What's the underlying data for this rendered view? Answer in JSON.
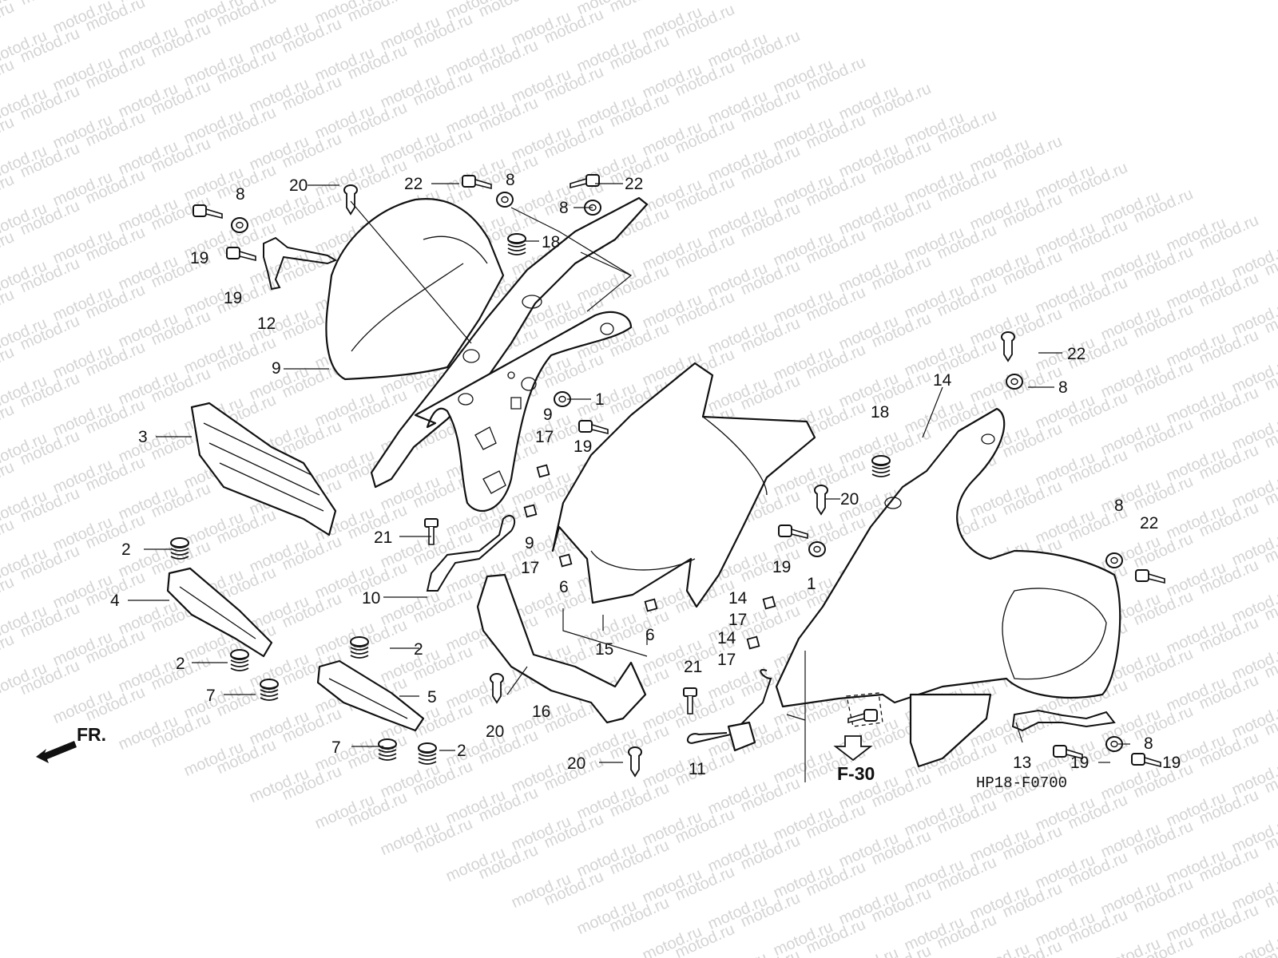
{
  "watermark": {
    "text": "motod.ru"
  },
  "diagram": {
    "code": "HP18-F0700",
    "direction_label": "FR.",
    "ref_label": "F-30"
  },
  "callouts": [
    {
      "id": "c22a",
      "text": "22"
    },
    {
      "id": "c8a",
      "text": "8"
    },
    {
      "id": "c22b",
      "text": "22"
    },
    {
      "id": "c8b",
      "text": "8"
    },
    {
      "id": "c8c",
      "text": "8"
    },
    {
      "id": "c20a",
      "text": "20"
    },
    {
      "id": "c18a",
      "text": "18"
    },
    {
      "id": "c19a",
      "text": "19"
    },
    {
      "id": "c19b",
      "text": "19"
    },
    {
      "id": "c12",
      "text": "12"
    },
    {
      "id": "c9a",
      "text": "9"
    },
    {
      "id": "c3",
      "text": "3"
    },
    {
      "id": "c1a",
      "text": "1"
    },
    {
      "id": "c9b",
      "text": "9"
    },
    {
      "id": "c19c",
      "text": "19"
    },
    {
      "id": "c17a",
      "text": "17"
    },
    {
      "id": "c22c",
      "text": "22"
    },
    {
      "id": "c8d",
      "text": "8"
    },
    {
      "id": "c14a",
      "text": "14"
    },
    {
      "id": "c18b",
      "text": "18"
    },
    {
      "id": "c20b",
      "text": "20"
    },
    {
      "id": "c21a",
      "text": "21"
    },
    {
      "id": "c9c",
      "text": "9"
    },
    {
      "id": "c17b",
      "text": "17"
    },
    {
      "id": "c2a",
      "text": "2"
    },
    {
      "id": "c19d",
      "text": "19"
    },
    {
      "id": "c1b",
      "text": "1"
    },
    {
      "id": "c8e",
      "text": "8"
    },
    {
      "id": "c22d",
      "text": "22"
    },
    {
      "id": "c10",
      "text": "10"
    },
    {
      "id": "c6a",
      "text": "6"
    },
    {
      "id": "c4",
      "text": "4"
    },
    {
      "id": "c14b",
      "text": "14"
    },
    {
      "id": "c17c",
      "text": "17"
    },
    {
      "id": "c6b",
      "text": "6"
    },
    {
      "id": "c15",
      "text": "15"
    },
    {
      "id": "c14c",
      "text": "14"
    },
    {
      "id": "c17d",
      "text": "17"
    },
    {
      "id": "c2b",
      "text": "2"
    },
    {
      "id": "c2c",
      "text": "2"
    },
    {
      "id": "c7a",
      "text": "7"
    },
    {
      "id": "c21b",
      "text": "21"
    },
    {
      "id": "c5",
      "text": "5"
    },
    {
      "id": "c16",
      "text": "16"
    },
    {
      "id": "c20c",
      "text": "20"
    },
    {
      "id": "c8f",
      "text": "8"
    },
    {
      "id": "c7b",
      "text": "7"
    },
    {
      "id": "c2d",
      "text": "2"
    },
    {
      "id": "c20d",
      "text": "20"
    },
    {
      "id": "c11",
      "text": "11"
    },
    {
      "id": "c13",
      "text": "13"
    },
    {
      "id": "c19e",
      "text": "19"
    },
    {
      "id": "c19f",
      "text": "19"
    }
  ]
}
